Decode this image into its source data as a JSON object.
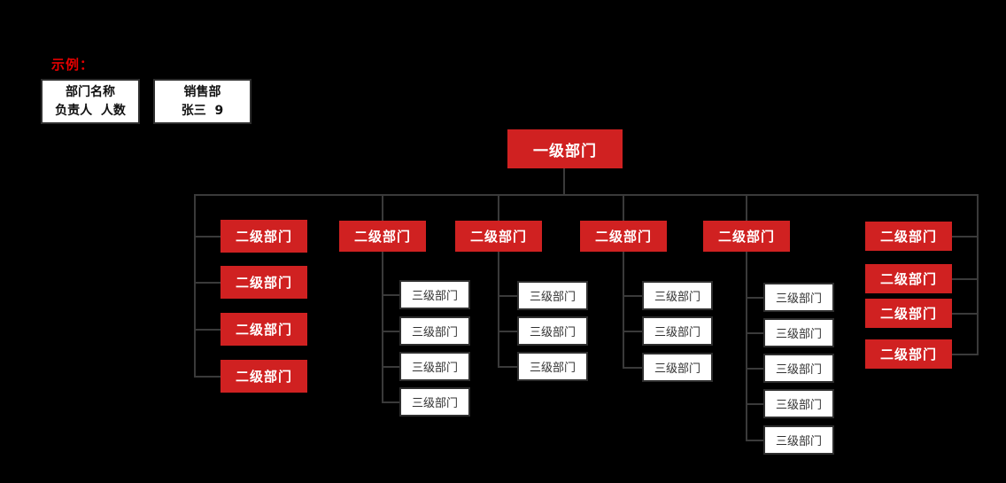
{
  "legend": {
    "title": "示例：",
    "template_box": {
      "line1": "部门名称",
      "line2": "负责人  人数"
    },
    "example_box": {
      "line1": "销售部",
      "line2": "张三  9"
    }
  },
  "org_chart": {
    "root_label": "一级部门",
    "level2_label": "二级部门",
    "level3_label": "三级部门",
    "branches": [
      {
        "type": "level2-stack",
        "side": "left",
        "level2_count": 4,
        "level3_count": 0
      },
      {
        "type": "level2-with-children",
        "level2_count": 1,
        "level3_count": 4
      },
      {
        "type": "level2-with-children",
        "level2_count": 1,
        "level3_count": 3
      },
      {
        "type": "level2-with-children",
        "level2_count": 1,
        "level3_count": 3
      },
      {
        "type": "level2-with-children",
        "level2_count": 1,
        "level3_count": 5
      },
      {
        "type": "level2-stack",
        "side": "right",
        "level2_count": 4,
        "level3_count": 0
      }
    ]
  },
  "colors": {
    "background": "#000000",
    "node_red": "#d02121",
    "node_white_bg": "#ffffff",
    "node_white_text": "#333333",
    "node_red_text": "#ffffff",
    "box_border": "#2e2e2e",
    "connector": "#3a3a3a",
    "legend_title_red": "#e60000",
    "legend_text": "#111111"
  }
}
